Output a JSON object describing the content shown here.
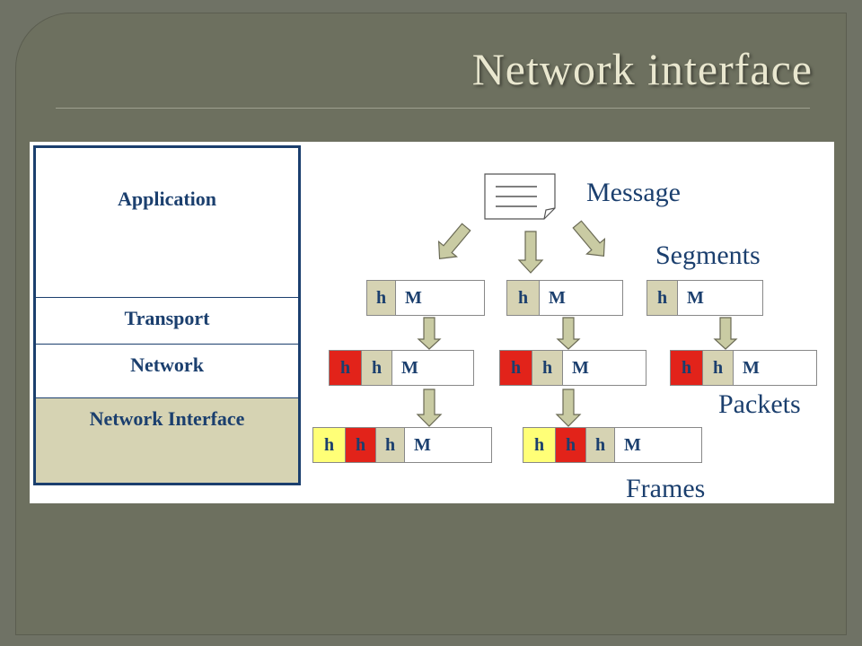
{
  "slide": {
    "title": "Network interface"
  },
  "layers": {
    "application": "Application",
    "transport": "Transport",
    "network": "Network",
    "network_interface": "Network Interface"
  },
  "labels": {
    "message": "Message",
    "segments": "Segments",
    "packets": "Packets",
    "frames": "Frames"
  },
  "cells": {
    "h": "h",
    "m": "M"
  },
  "colors": {
    "background": "#6f7265",
    "title": "#e9e7cf",
    "layer_border": "#1b3f6e",
    "transport_header": "#d6d3b3",
    "network_header": "#e2231a",
    "frame_header": "#ffff77",
    "arrow_fill": "#c9cba3"
  }
}
